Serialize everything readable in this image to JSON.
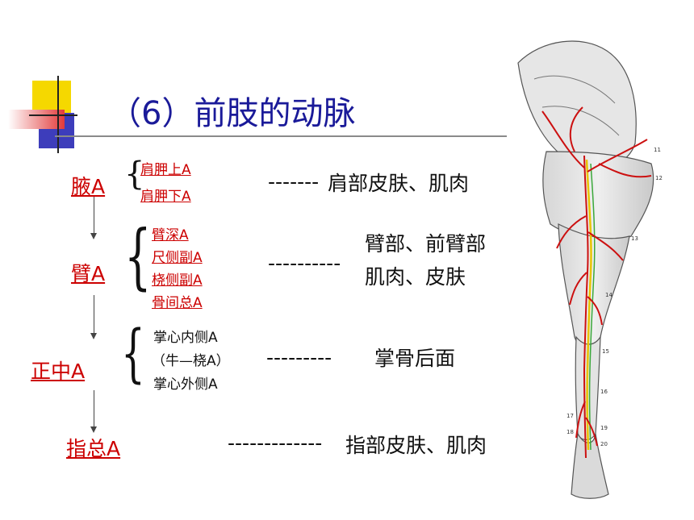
{
  "title": "（6）前肢的动脉",
  "rows": [
    {
      "main": "腋A",
      "branches": [
        "肩胛上A",
        "肩胛下A"
      ],
      "dashes": "-------",
      "desc": "肩部皮肤、肌肉"
    },
    {
      "main": "臂A",
      "branches": [
        "臂深A",
        "尺侧副A",
        "桡侧副A",
        "骨间总A"
      ],
      "dashes": "----------",
      "desc": [
        "臂部、前臂部",
        "肌肉、皮肤"
      ]
    },
    {
      "main": "正中A",
      "branches": [
        "掌心内侧A",
        "（牛—桡A）",
        "掌心外侧A"
      ],
      "dashes": "---------",
      "desc": "掌骨后面"
    },
    {
      "main": "指总A",
      "dashes": "-------------",
      "desc": "指部皮肤、肌肉"
    }
  ],
  "colors": {
    "title": "#1a1a99",
    "artery_label": "#cc0000",
    "accent_yellow": "#f5d800",
    "accent_red": "#e23a3a",
    "accent_blue": "#3d3dbb"
  },
  "illustration": {
    "icon": "forelimb-artery-anatomy-illustration",
    "margin_numbers": [
      "11",
      "12",
      "13",
      "14",
      "15",
      "16",
      "17",
      "18",
      "19",
      "20"
    ]
  }
}
